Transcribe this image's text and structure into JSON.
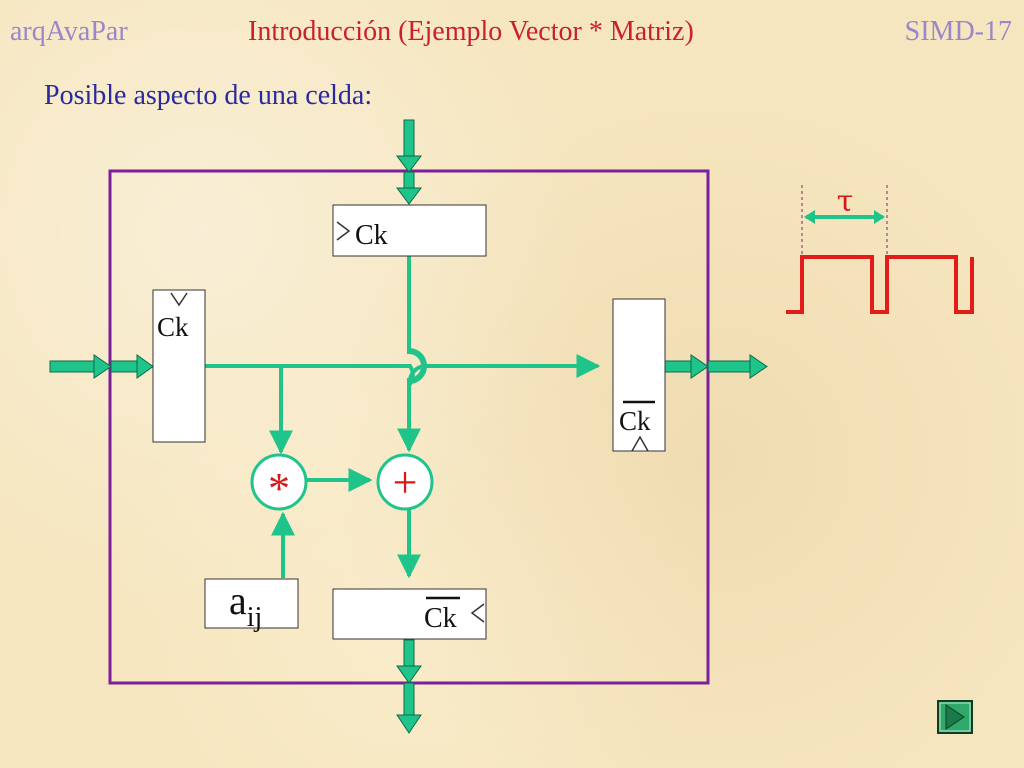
{
  "header": {
    "left": "arqAvaPar",
    "center": "Introducción (Ejemplo Vector * Matriz)",
    "right": "SIMD-17"
  },
  "subtitle": "Posible aspecto de una celda:",
  "diagram": {
    "top_register_clock": "Ck",
    "left_register_clock": "Ck",
    "right_register_clock": "Ck",
    "bottom_register_clock": "Ck",
    "multiplier_symbol": "*",
    "adder_symbol": "+",
    "coefficient_base": "a",
    "coefficient_subscript": "ij",
    "period_label": "τ"
  },
  "colors": {
    "cell_border": "#7d1f9a",
    "wire": "#1fc48a",
    "wire_dark": "#0f6a48",
    "operator_red": "#d81818",
    "clock_signal": "#e31b1b"
  },
  "navigation": {
    "button_icon": "nav-forward-icon"
  }
}
